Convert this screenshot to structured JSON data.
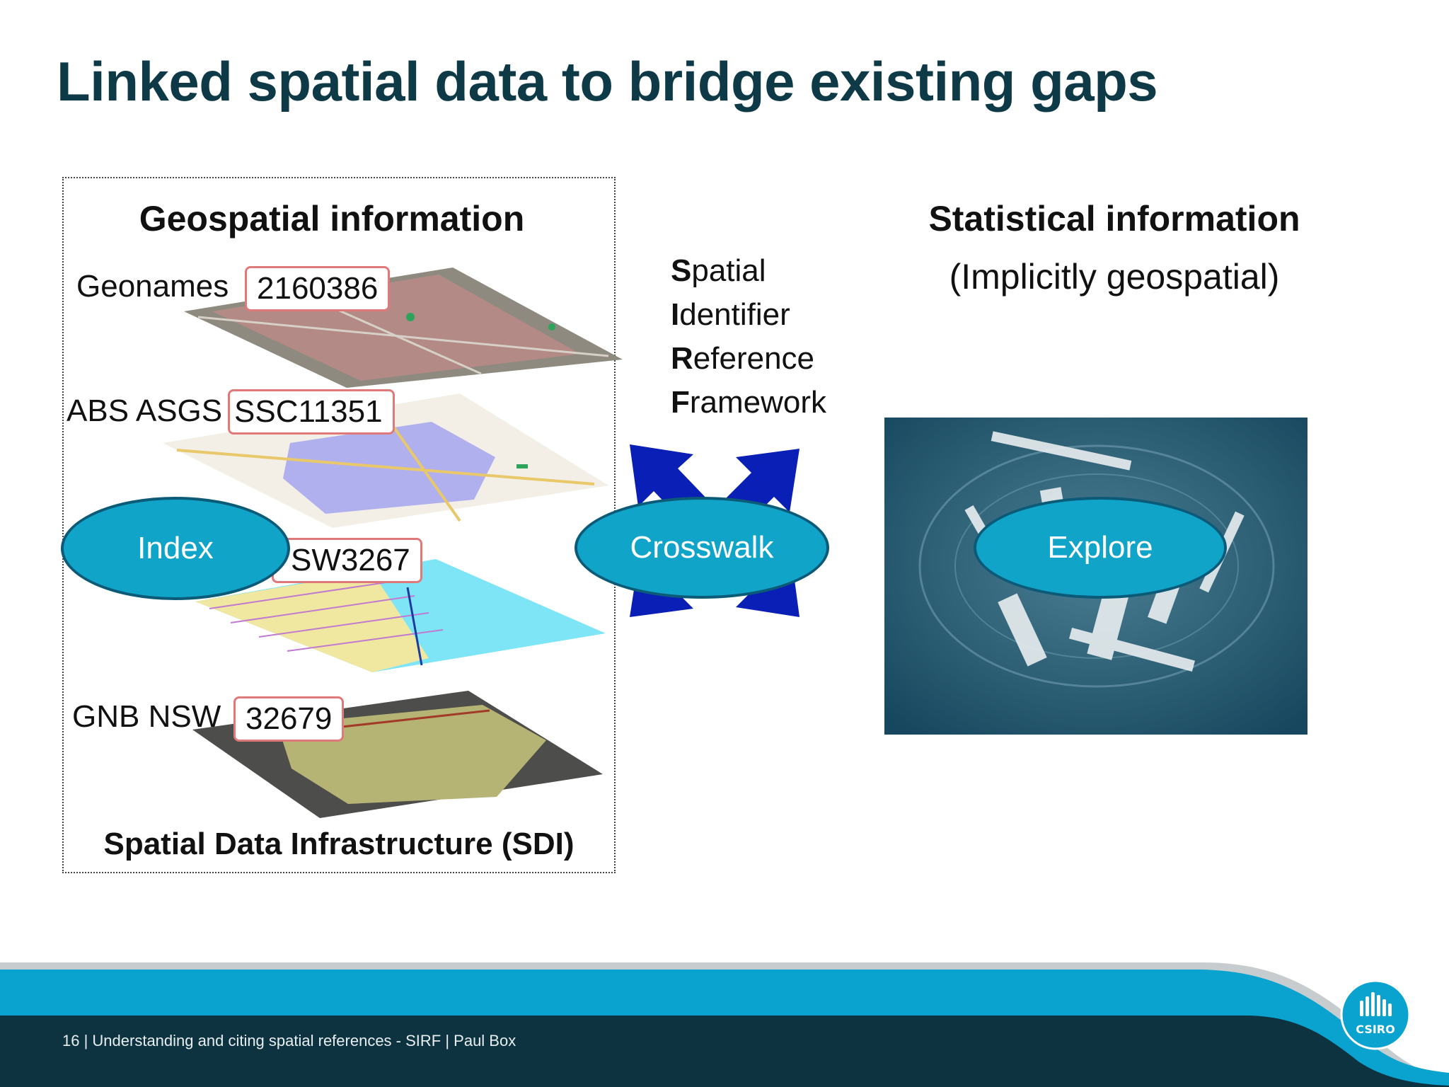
{
  "slide": {
    "title": "Linked spatial data to bridge existing gaps"
  },
  "geospatial": {
    "heading": "Geospatial information",
    "layers": [
      {
        "label": "Geonames",
        "id": "2160386"
      },
      {
        "label": "ABS  ASGS",
        "id": "SSC11351"
      },
      {
        "label": "",
        "id": "SW3267"
      },
      {
        "label": "GNB NSW",
        "id": "32679"
      }
    ],
    "caption": "Spatial Data Infrastructure (SDI)",
    "index_label": "Index"
  },
  "sirf": {
    "lines": [
      {
        "initial": "S",
        "rest": "patial"
      },
      {
        "initial": "I",
        "rest": "dentifier"
      },
      {
        "initial": "R",
        "rest": "eference"
      },
      {
        "initial": "F",
        "rest": "ramework"
      }
    ],
    "crosswalk_label": "Crosswalk"
  },
  "statistical": {
    "heading": "Statistical information",
    "subheading": "(Implicitly geospatial)",
    "explore_label": "Explore"
  },
  "footer": {
    "text": "16  |  Understanding and citing spatial references - SIRF  |  Paul Box",
    "logo_text": "CSIRO"
  },
  "colors": {
    "title": "#0e3a47",
    "oval_fill": "#11a4c9",
    "oval_border": "#0b5a78",
    "arrow": "#0a1fb5",
    "footer_dark": "#0d3340",
    "footer_band": "#0aa3cf"
  }
}
